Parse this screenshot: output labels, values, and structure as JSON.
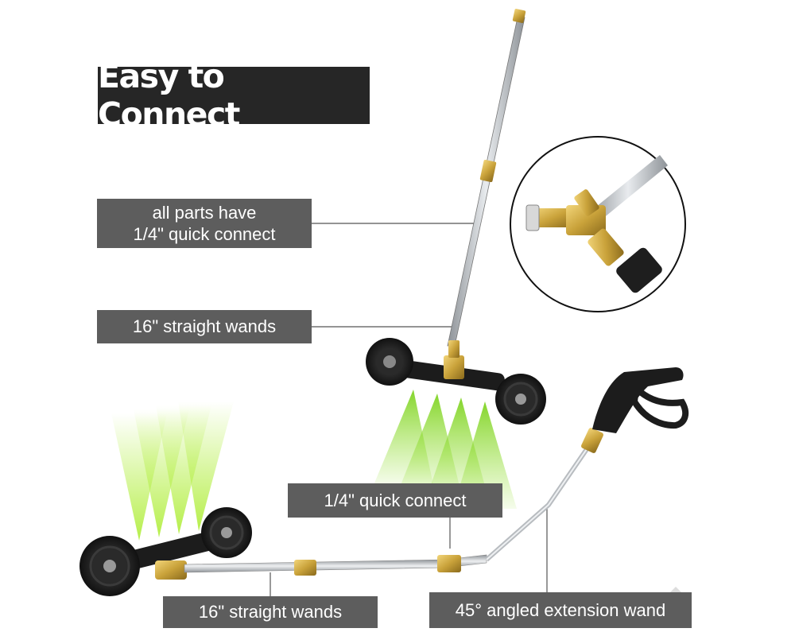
{
  "title": "Easy to Connect",
  "labels": {
    "quick_connect_all_line1": "all parts have",
    "quick_connect_all_line2": "1/4\" quick connect",
    "straight_wands_top": "16\" straight wands",
    "quick_connect": "1/4\" quick connect",
    "straight_wands_bottom": "16\" straight wands",
    "angled_wand": "45° angled  extension wand"
  },
  "colors": {
    "title_bg": "#262626",
    "label_bg": "#5d5d5d",
    "spray_green": "#7ed321",
    "brass": "#c9a23a",
    "steel": "#b8bcc0",
    "rubber": "#1c1c1c"
  },
  "icons": {
    "wheel": "wheel-icon",
    "nozzle_spray": "spray-icon",
    "spray_gun": "spray-gun-icon"
  }
}
